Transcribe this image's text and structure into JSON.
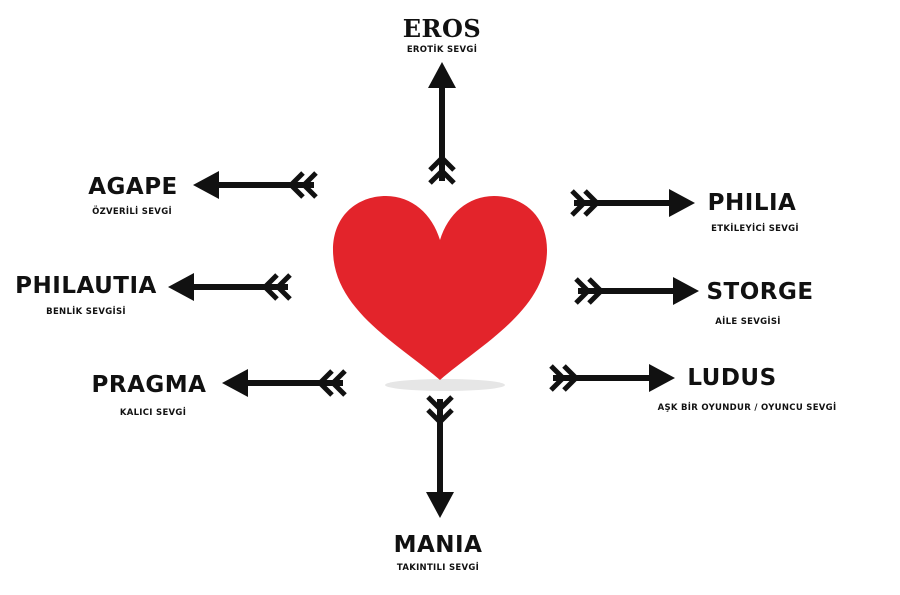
{
  "colors": {
    "heart": "#e3242b",
    "arrow": "#111111",
    "text": "#111111"
  },
  "center_icon": "heart-icon",
  "labels": {
    "eros": {
      "title": "EROS",
      "subtitle": "EROTİK SEVGİ"
    },
    "agape": {
      "title": "AGAPE",
      "subtitle": "ÖZVERİLİ SEVGİ"
    },
    "philautia": {
      "title": "PHILAUTIA",
      "subtitle": "BENLİK SEVGİSİ"
    },
    "pragma": {
      "title": "PRAGMA",
      "subtitle": "KALICI SEVGİ"
    },
    "philia": {
      "title": "PHILIA",
      "subtitle": "ETKİLEYİCİ SEVGİ"
    },
    "storge": {
      "title": "STORGE",
      "subtitle": "AİLE SEVGİSİ"
    },
    "ludus": {
      "title": "LUDUS",
      "subtitle": "AŞK BİR OYUNDUR / OYUNCU SEVGİ"
    },
    "mania": {
      "title": "MANIA",
      "subtitle": "TAKINTILI SEVGİ"
    }
  }
}
